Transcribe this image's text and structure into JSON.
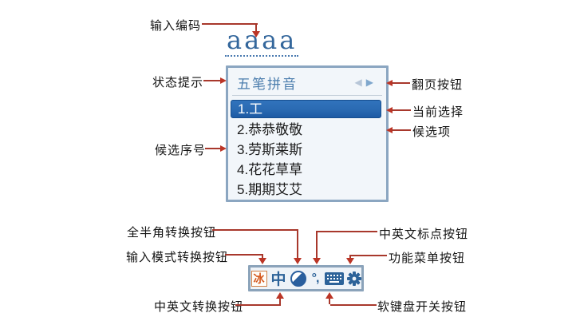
{
  "composition": {
    "text": "aaaa"
  },
  "ime_window": {
    "title": "五笔拼音",
    "prev_icon": "◀",
    "next_icon": "▶",
    "candidates": [
      "1.工",
      "2.恭恭敬敬",
      "3.劳斯莱斯",
      "4.花花草草",
      "5.期期艾艾"
    ],
    "selected_index": 0
  },
  "toolbar": {
    "mode_icon_char": "冰",
    "lang_icon_char": "中",
    "punct_icon_text": "°,",
    "icons": [
      "input-mode-icon",
      "cn-en-icon",
      "fullwidth-circle-icon",
      "punctuation-icon",
      "keyboard-icon",
      "gear-icon"
    ]
  },
  "annotations": {
    "input_code": "输入编码",
    "status_hint": "状态提示",
    "candidate_index": "候选序号",
    "page_buttons": "翻页按钮",
    "current_selection": "当前选择",
    "candidate_item": "候选项",
    "fullwidth_toggle": "全半角转换按钮",
    "input_mode_toggle": "输入模式转换按钮",
    "cn_en_punct": "中英文标点按钮",
    "function_menu": "功能菜单按钮",
    "cn_en_toggle": "中英文转换按钮",
    "soft_keyboard": "软键盘开关按钮"
  },
  "colors": {
    "arrow_red": "#b03a2e",
    "window_border": "#8ba6c1",
    "selected_bg": "#2a6ab2",
    "title_blue": "#4b7dad",
    "icon_blue": "#2d6399",
    "icon_orange": "#d4581e",
    "composition_blue": "#34679c"
  }
}
